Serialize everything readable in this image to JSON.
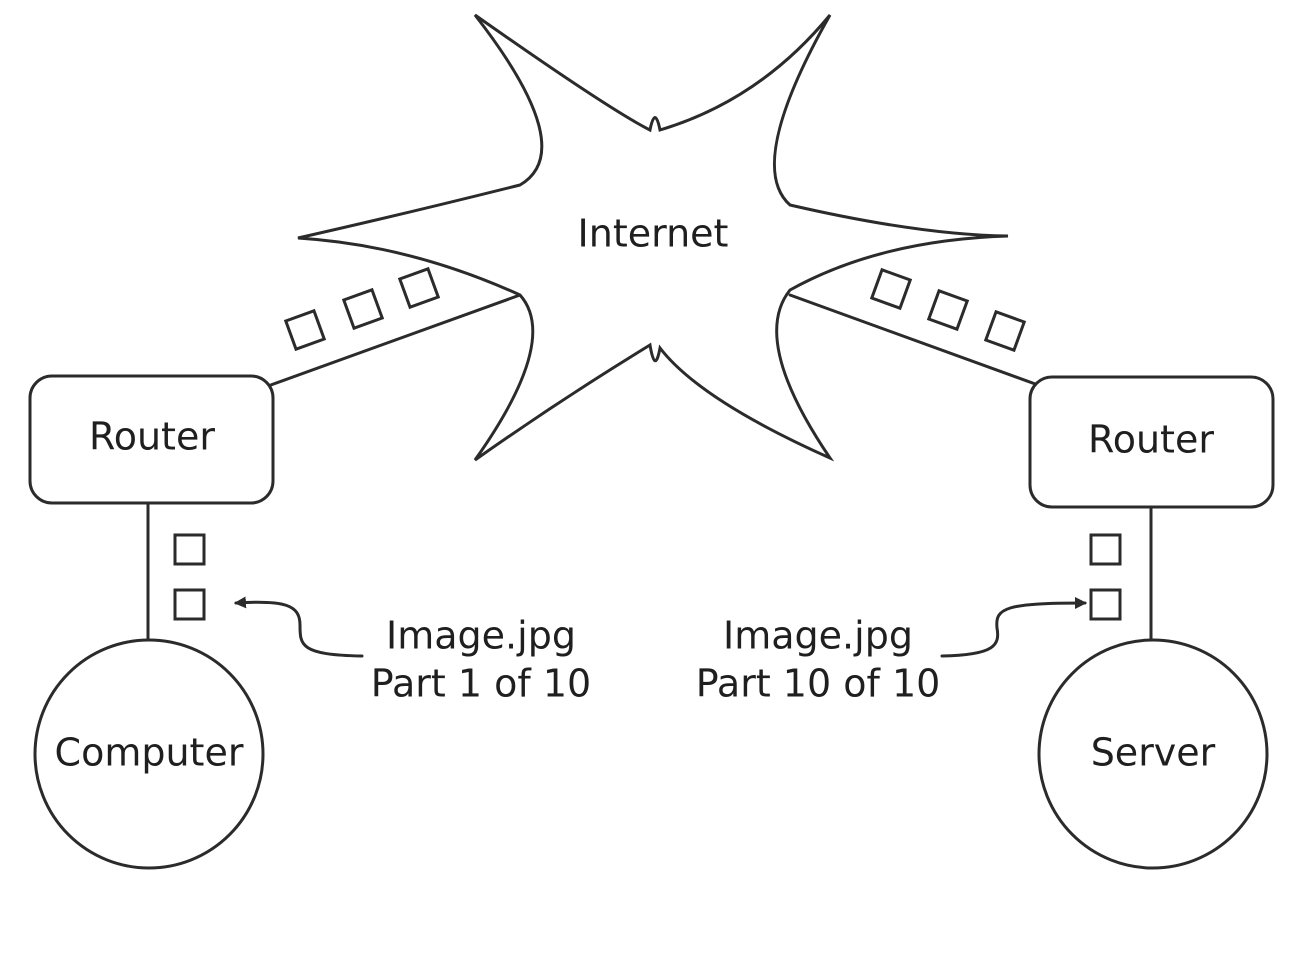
{
  "internet": {
    "label": "Internet"
  },
  "left": {
    "router_label": "Router",
    "endpoint_label": "Computer",
    "packet_label_line1": "Image.jpg",
    "packet_label_line2": "Part 1 of 10"
  },
  "right": {
    "router_label": "Router",
    "endpoint_label": "Server",
    "packet_label_line1": "Image.jpg",
    "packet_label_line2": "Part 10 of 10"
  },
  "colors": {
    "stroke": "#2b2b2b",
    "background": "#ffffff",
    "text": "#1f1f1f"
  }
}
